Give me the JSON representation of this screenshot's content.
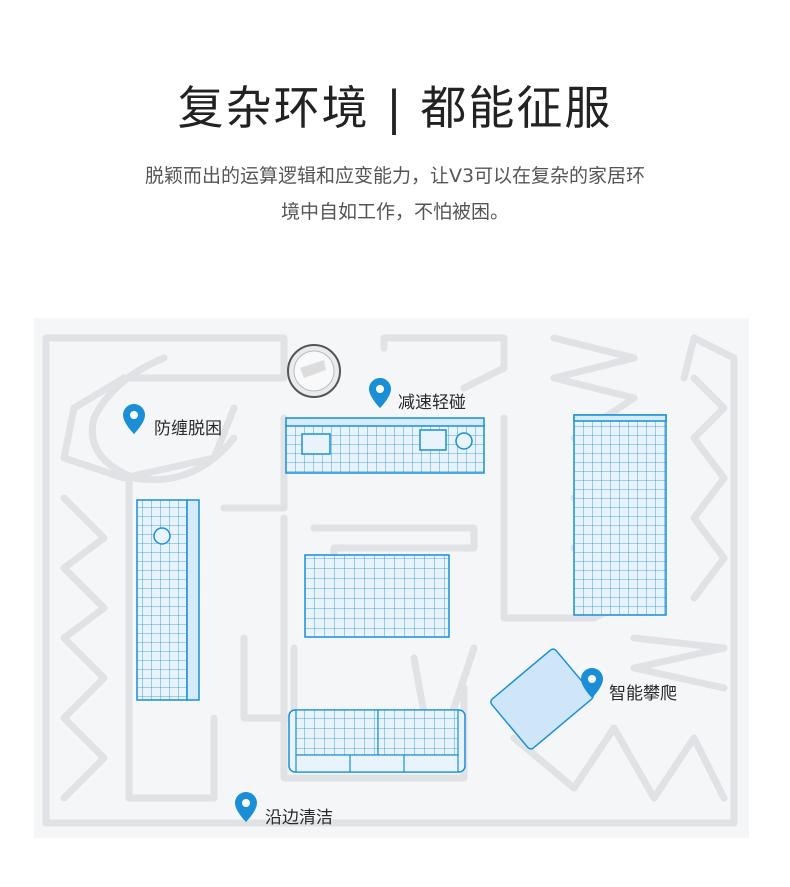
{
  "header": {
    "title": "复杂环境 | 都能征服",
    "subtitle_line1": "脱颖而出的运算逻辑和应变能力，让V3可以在复杂的家居环",
    "subtitle_line2": "境中自如工作，不怕被困。"
  },
  "map": {
    "labels": {
      "escape": "防缠脱困",
      "slowdown": "减速轻碰",
      "climb": "智能攀爬",
      "edge": "沿边清洁"
    },
    "colors": {
      "accent": "#1a8fd6",
      "grid_fill": "#e6f2fb",
      "floor": "#f4f6f8",
      "path": "#e1e3e6"
    },
    "icons": [
      "location-pin-icon",
      "robot-vacuum-icon"
    ]
  }
}
